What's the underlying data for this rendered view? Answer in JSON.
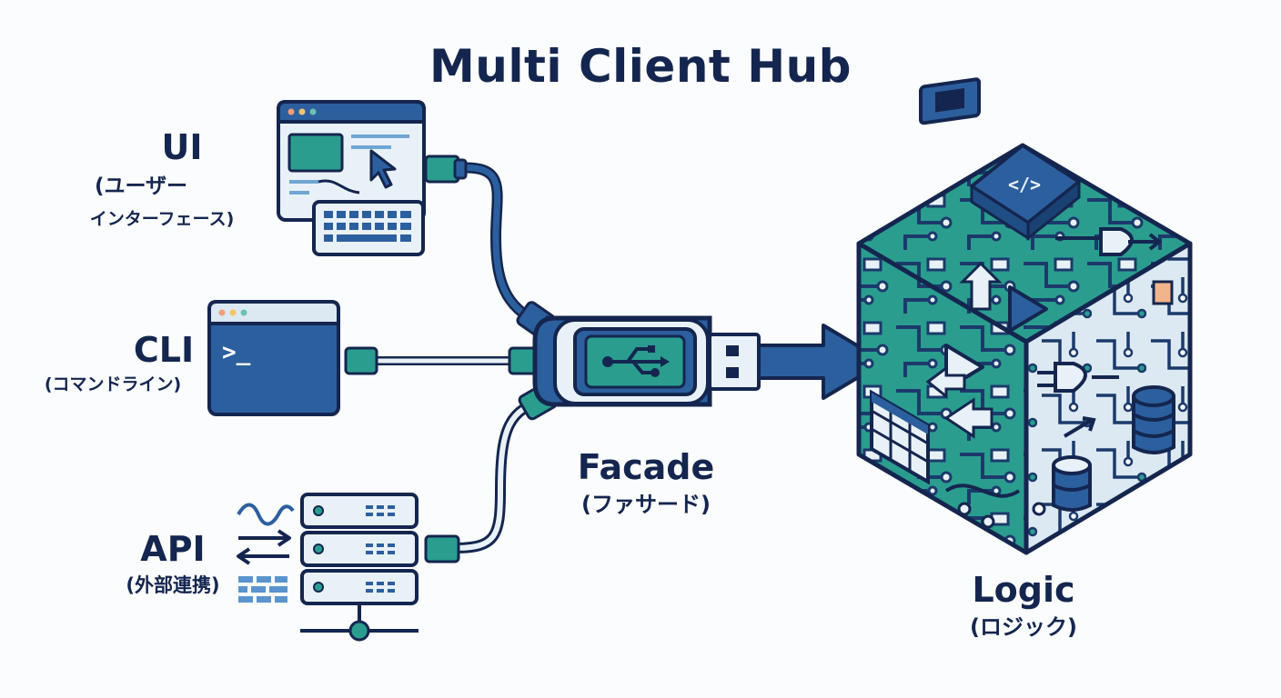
{
  "title": "Multi Client Hub",
  "clients": {
    "ui": {
      "label": "UI",
      "sub1": "(ユーザー",
      "sub2": "インターフェース)"
    },
    "cli": {
      "label": "CLI",
      "sub": "(コマンドライン)",
      "prompt": ">_"
    },
    "api": {
      "label": "API",
      "sub": "(外部連携)"
    }
  },
  "facade": {
    "label": "Facade",
    "sub": "(ファサード)"
  },
  "logic": {
    "label": "Logic",
    "sub": "(ロジック)",
    "code_glyph": "</>"
  },
  "colors": {
    "navy": "#14264f",
    "blue": "#2c5f9e",
    "teal": "#2a9d8f",
    "light": "#e9f1f8"
  },
  "icons": [
    "browser-window-icon",
    "cursor-icon",
    "keyboard-icon",
    "terminal-icon",
    "server-rack-icon",
    "usb-icon",
    "logic-cube-icon",
    "database-icon",
    "chip-icon"
  ]
}
